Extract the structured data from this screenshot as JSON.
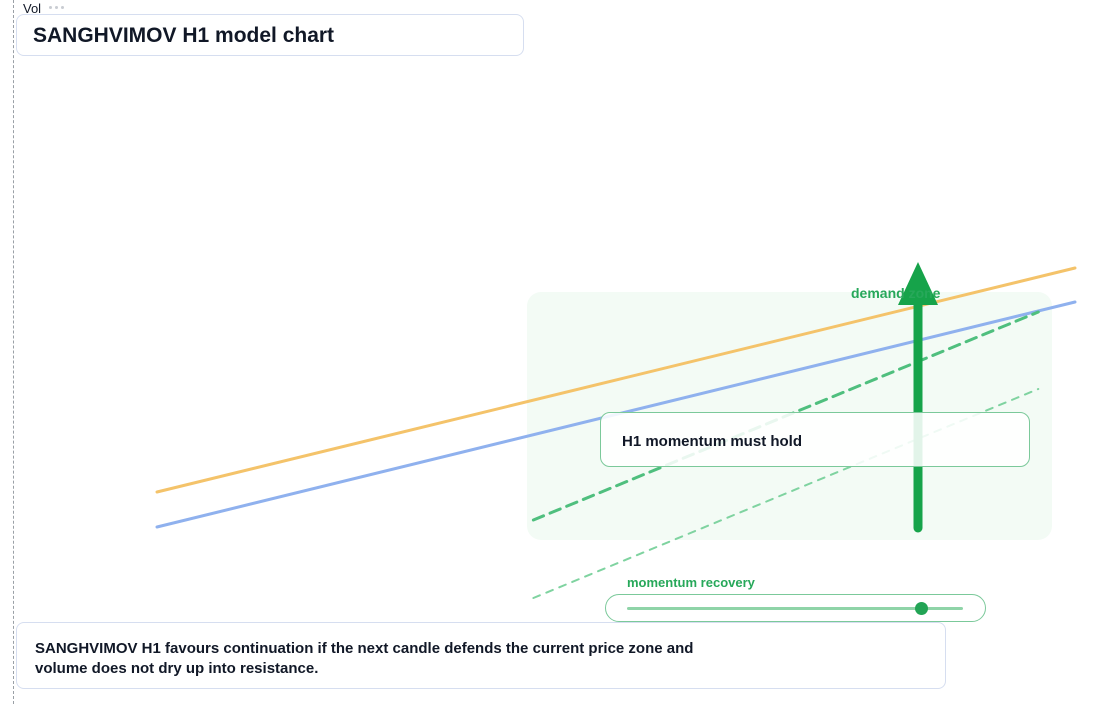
{
  "volume": {
    "label": "Vol"
  },
  "header": {
    "title": "SANGHVIMOV H1 model chart"
  },
  "chart_data": {
    "type": "line",
    "title": "SANGHVIMOV H1 model chart",
    "xlabel": "",
    "ylabel": "",
    "grid": false,
    "series": [
      {
        "style": "solid",
        "color": "#f4c36a",
        "x": [
          0,
          100
        ],
        "values": [
          22,
          58
        ]
      },
      {
        "style": "solid",
        "color": "#8fb1ee",
        "x": [
          0,
          100
        ],
        "values": [
          11,
          58
        ]
      },
      {
        "style": "dashed",
        "color": "#4fbf7e",
        "x": [
          41,
          96
        ],
        "values": [
          15,
          65
        ]
      },
      {
        "style": "dashed",
        "color": "#7fd3a0",
        "x": [
          41,
          96
        ],
        "values": [
          -10,
          40
        ]
      }
    ],
    "annotations": {
      "zone_label": "demand zone",
      "callout": "H1 momentum must hold",
      "slider_label": "momentum recovery",
      "slider_value": 0.87,
      "note": "SANGHVIMOV H1 favours continuation if the next candle defends the current price zone and volume does not dry up into resistance."
    },
    "colors": {
      "accent": "#16a34a",
      "zone_fill": "#f3fbf5",
      "card_border": "#d6def0"
    }
  }
}
